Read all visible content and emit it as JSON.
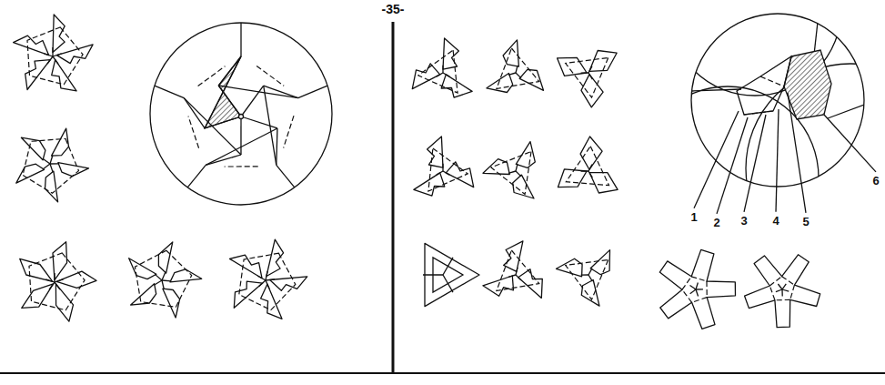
{
  "diagram": {
    "labels": [
      "-35-",
      "1",
      "2",
      "3",
      "4",
      "5",
      "6"
    ]
  }
}
